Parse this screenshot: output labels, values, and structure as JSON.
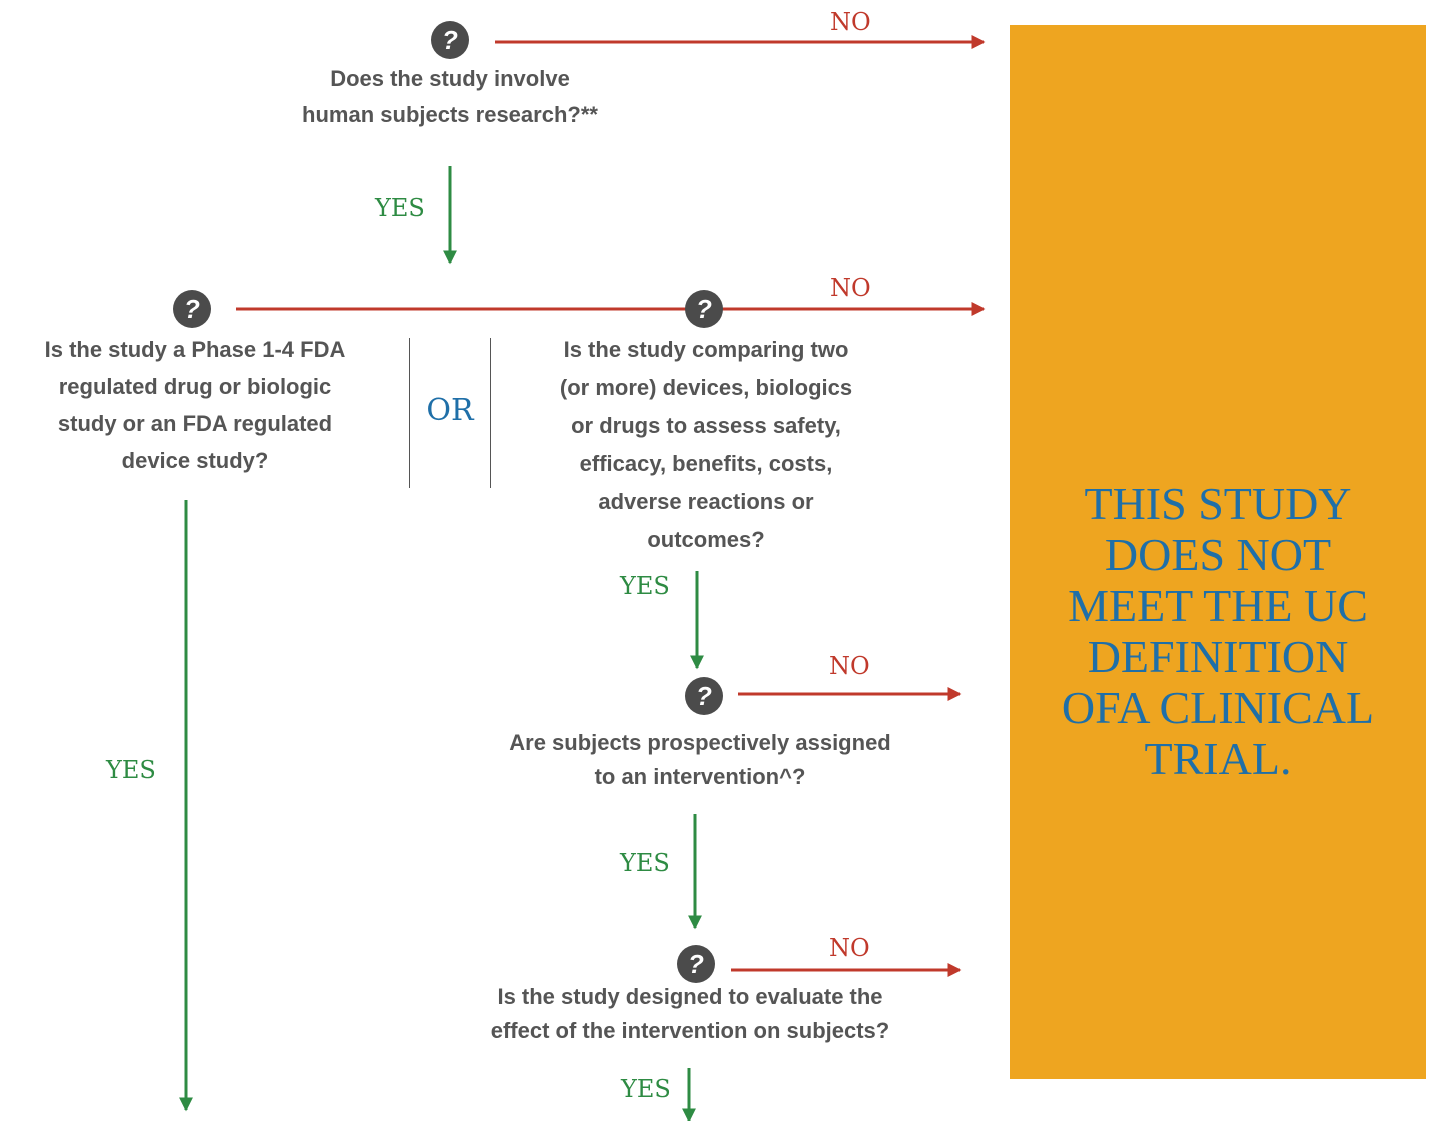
{
  "questions": {
    "q1": "Does the study involve\nhuman subjects research?**",
    "q2a": "Is the study a Phase 1-4 FDA\nregulated drug or biologic\nstudy or an FDA regulated\ndevice study?",
    "q2b": "Is the study comparing two\n(or more) devices, biologics\nor drugs to assess safety,\nefficacy, benefits, costs,\nadverse reactions or\noutcomes?",
    "q3": "Are subjects prospectively assigned\nto an intervention^?",
    "q4": "Is the study designed to evaluate the\neffect of the intervention on subjects?"
  },
  "labels": {
    "no": "NO",
    "yes": "YES",
    "or": "OR",
    "question_glyph": "?"
  },
  "outcome": {
    "text": "THIS STUDY\nDOES NOT\nMEET THE UC\nDEFINITION\nOFA CLINICAL\nTRIAL."
  },
  "colors": {
    "no_arrow": "#c0392b",
    "yes_arrow": "#2e8b43",
    "or_text": "#1f6fa8",
    "outcome_box": "#eea520",
    "outcome_text": "#1f6fa8",
    "question_text": "#555555",
    "question_icon": "#4b4b4b"
  }
}
